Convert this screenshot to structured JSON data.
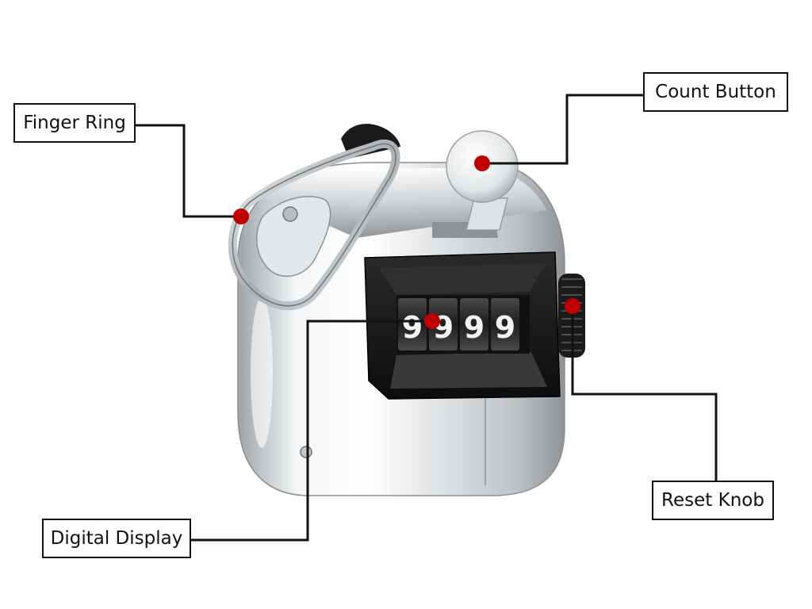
{
  "labels": {
    "finger_ring": "Finger Ring",
    "count_button": "Count Button",
    "digital_display": "Digital Display",
    "reset_knob": "Reset Knob"
  },
  "display": {
    "digits": [
      "9",
      "9",
      "9",
      "9"
    ]
  },
  "colors": {
    "marker": "#c00000",
    "leader": "#111111",
    "metal": "#d9dde0",
    "display_frame": "#1c1c1c"
  },
  "icons": {
    "marker": "red-dot-icon",
    "knob": "knurled-knob-icon"
  }
}
